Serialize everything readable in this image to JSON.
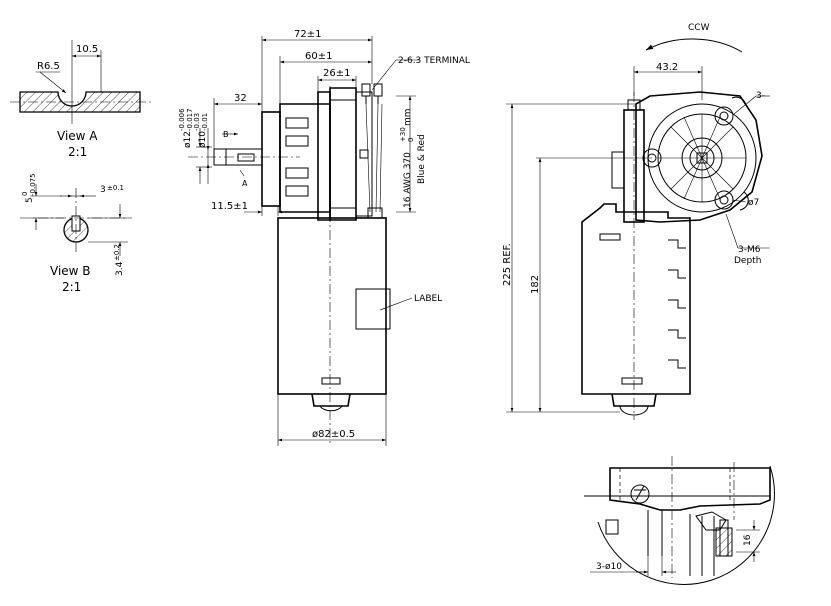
{
  "view_a": {
    "title": "View  A",
    "scale": "2:1",
    "dim_width": "10.5",
    "dim_radius": "R6.5"
  },
  "view_b": {
    "title": "View  B",
    "scale": "2:1",
    "dim_flat": "5",
    "dim_flat_tol_upper": "0",
    "dim_flat_tol_lower": "-0.075",
    "dim_slot": "3",
    "dim_slot_tol": "±0.1",
    "dim_depth": "3.4",
    "dim_depth_tol": "±0.2"
  },
  "side_view": {
    "dim_72": "72±1",
    "dim_60": "60±1",
    "dim_26": "26±1",
    "dim_32": "32",
    "dim_11_5": "11.5±1",
    "dim_phi12": "ø12",
    "dim_phi12_tol_upper": "-0.006",
    "dim_phi12_tol_lower": "-0.017",
    "dim_phi10": "ø10",
    "dim_phi10_tol_upper": "-0.03",
    "dim_phi10_tol_lower": "-0.01",
    "dim_phi82": "ø82±0.5",
    "terminal_label": "2-6.3  TERMINAL",
    "wire_label_line1": "16  AWG  370",
    "wire_tol_upper": "+30",
    "wire_tol_lower": "0",
    "wire_unit": "mm",
    "wire_label_line2": "Blue  &  Red",
    "label_callout": "LABEL",
    "marker_a": "A",
    "marker_b": "B"
  },
  "front_view": {
    "rotation_label": "CCW",
    "dim_43_2": "43.2",
    "dim_225": "225  REF.",
    "dim_182": "182",
    "note_holes_a": "3-",
    "note_diameter": "ø7",
    "note_m6": "3-M6",
    "note_depth": "Depth"
  },
  "detail_view": {
    "dim_hole": "3-ø10",
    "dim_16": "16"
  }
}
